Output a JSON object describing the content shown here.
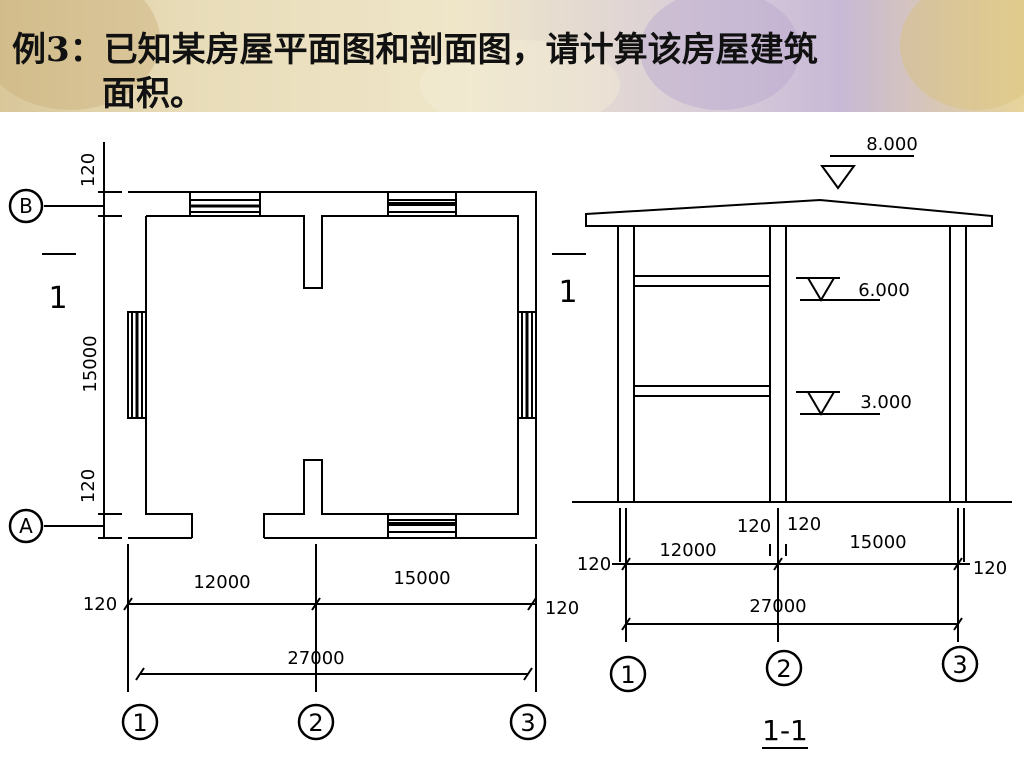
{
  "title": {
    "line1": "例3：已知某房屋平面图和剖面图，请计算该房屋建筑",
    "line2": "面积。"
  },
  "plan": {
    "axis_labels": {
      "A": "A",
      "B": "B",
      "ax1": "1",
      "ax2": "2",
      "ax3": "3"
    },
    "section_mark_left": "1",
    "section_mark_right": "1",
    "dim_left_top": "120",
    "dim_left_mid": "15000",
    "dim_left_bot": "120",
    "dim_bottom_1": "12000",
    "dim_bottom_2": "15000",
    "dim_bottom_left": "120",
    "dim_bottom_right": "120",
    "dim_total": "27000"
  },
  "section": {
    "elev_top": "8.000",
    "elev_2": "6.000",
    "elev_1": "3.000",
    "dim_top_mid_left": "120",
    "dim_top_mid_right": "120",
    "dim_span_1": "12000",
    "dim_span_2": "15000",
    "dim_left": "120",
    "dim_right": "120",
    "dim_total": "27000",
    "axis_labels": {
      "ax1": "1",
      "ax2": "2",
      "ax3": "3"
    },
    "caption": "1-1"
  },
  "colors": {
    "line": "#000000",
    "banner_title": "#111111"
  }
}
